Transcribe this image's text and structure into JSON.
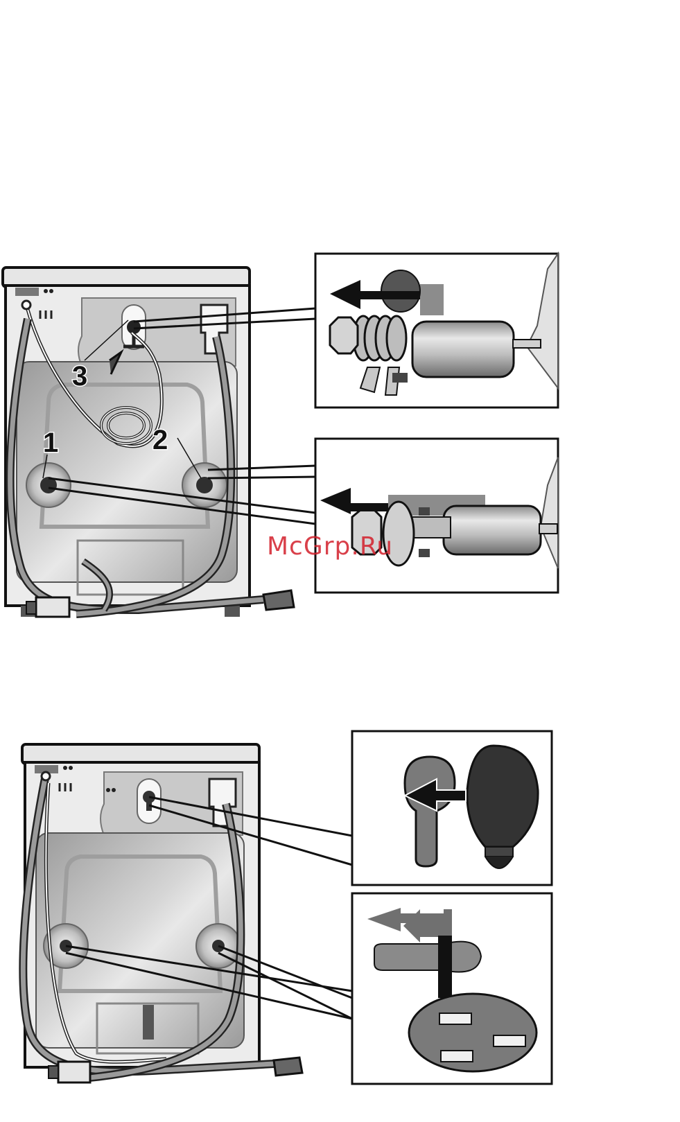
{
  "diagram": {
    "callouts": {
      "label_1": "1",
      "label_2": "2",
      "label_3": "3"
    },
    "watermark": "McGrp.Ru",
    "colors": {
      "outline": "#111111",
      "panel_light": "#d9d9d9",
      "panel_mid": "#a8a8a8",
      "dark": "#3a3a3a",
      "arrow": "#1a1a1a",
      "arrow_grey": "#6e6e6e",
      "watermark": "#d21f2a"
    }
  }
}
